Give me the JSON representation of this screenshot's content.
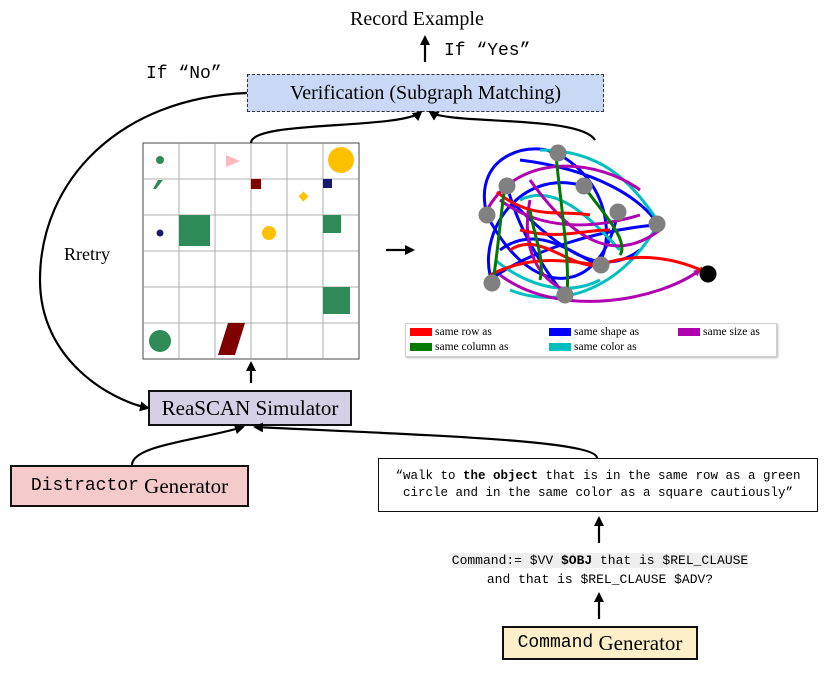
{
  "labels": {
    "record_example": "Record Example",
    "if_yes": "If “Yes”",
    "if_no": "If “No”",
    "retry": "Rretry",
    "verification": "Verification (Subgraph Matching)",
    "simulator": "ReaSCAN Simulator",
    "distractor_mono": "Distractor",
    "distractor_rest": " Generator",
    "command_mono": "Command",
    "command_rest": " Generator"
  },
  "command_text": {
    "before": "“walk to ",
    "bold": "the object",
    "after": " that is in the same row as a green circle and in the same color as a square cautiously”"
  },
  "template": {
    "prefix": "Command:= $VV ",
    "bold": "$OBJ",
    "rest_line1": " that is $REL_CLAUSE",
    "line2": "and that is $REL_CLAUSE $ADV?"
  },
  "legend": [
    {
      "label": "same row as",
      "color": "#ff0000"
    },
    {
      "label": "same shape as",
      "color": "#0000ff"
    },
    {
      "label": "same size as",
      "color": "#b000b0"
    },
    {
      "label": "same column as",
      "color": "#007a00"
    },
    {
      "label": "same color as",
      "color": "#00bfbf"
    }
  ],
  "colors": {
    "green": "#2e8b57",
    "dark_red": "#800000",
    "navy": "#191970",
    "yellow": "#ffc000",
    "pink": "#ffb6c1"
  }
}
